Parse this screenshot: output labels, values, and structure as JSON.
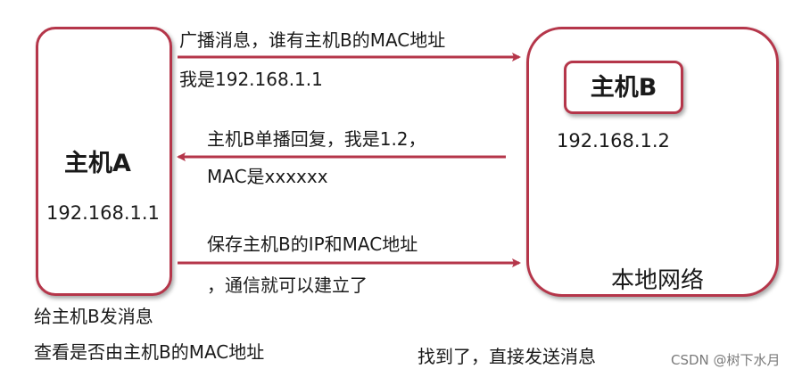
{
  "host_a": {
    "name": "主机A",
    "ip": "192.168.1.1"
  },
  "host_b": {
    "name": "主机B",
    "ip": "192.168.1.2",
    "network_label": "本地网络"
  },
  "messages": {
    "broadcast_line1": "广播消息，谁有主机B的MAC地址",
    "broadcast_line2": "我是192.168.1.1",
    "unicast_line1": "主机B单播回复，我是1.2，",
    "unicast_line2": "MAC是xxxxxx",
    "save_line1": "保存主机B的IP和MAC地址",
    "save_line2": "，通信就可以建立了"
  },
  "notes": {
    "send_line1": "给主机B发消息",
    "send_line2": "查看是否由主机B的MAC地址",
    "found": "找到了，直接发送消息"
  },
  "watermark": "CSDN @树下水月",
  "colors": {
    "border": "#b5364a",
    "arrow": "#b5364a"
  }
}
